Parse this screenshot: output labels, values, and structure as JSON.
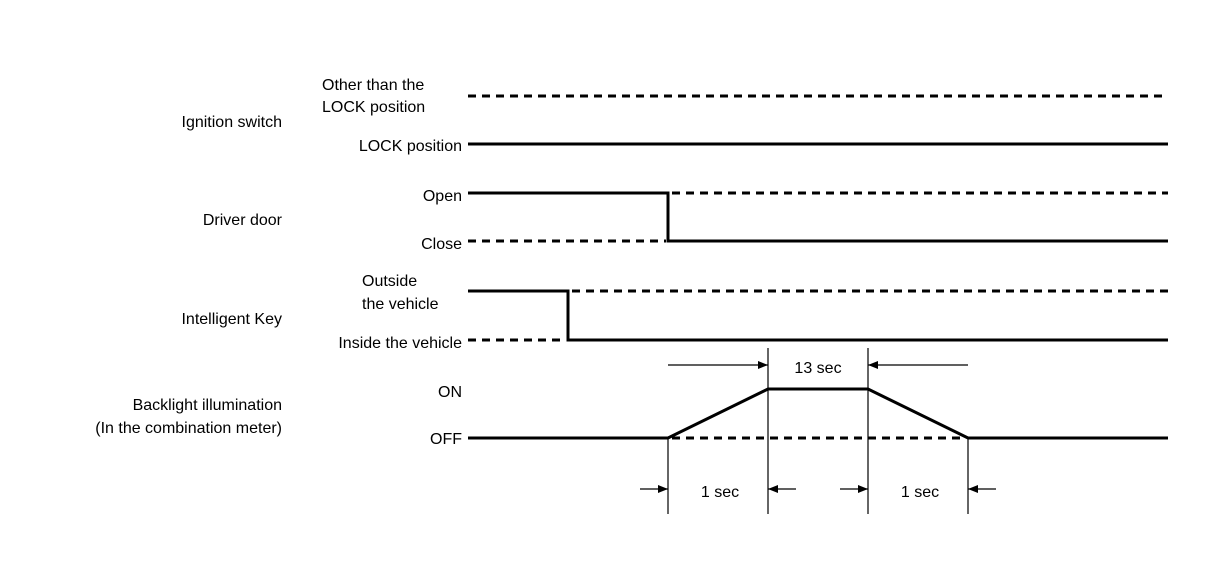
{
  "signals": {
    "ignition": {
      "name": "Ignition switch",
      "state_high": [
        "Other than the",
        "LOCK position"
      ],
      "state_low": "LOCK position"
    },
    "door": {
      "name": "Driver door",
      "state_high": "Open",
      "state_low": "Close"
    },
    "key": {
      "name": "Intelligent Key",
      "state_high": [
        "Outside",
        "the vehicle"
      ],
      "state_low": "Inside the vehicle"
    },
    "backlight": {
      "name": [
        "Backlight illumination",
        "(In the combination meter)"
      ],
      "state_high": "ON",
      "state_low": "OFF"
    }
  },
  "timings": {
    "hold": "13 sec",
    "ramp_up": "1 sec",
    "ramp_down": "1 sec"
  },
  "colors": {
    "line": "#000000",
    "background": "#ffffff"
  }
}
